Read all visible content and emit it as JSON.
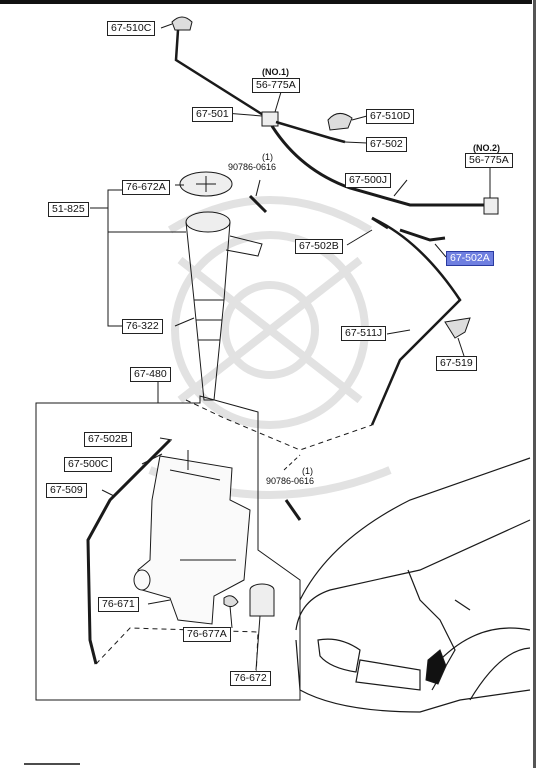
{
  "parts": {
    "p67510C": "67-510C",
    "p67501": "67-501",
    "p56775A_1": "56-775A",
    "p67510D": "67-510D",
    "p67502": "67-502",
    "p56775A_2": "56-775A",
    "p67500J": "67-500J",
    "p67502B_top": "67-502B",
    "p67502A": "67-502A",
    "p67511J": "67-511J",
    "p67519": "67-519",
    "p76672A": "76-672A",
    "p51825": "51-825",
    "p76322": "76-322",
    "p67480": "67-480",
    "p67502B_box": "67-502B",
    "p67500C": "67-500C",
    "p67509": "67-509",
    "p76671": "76-671",
    "p76677A": "76-677A",
    "p76672": "76-672"
  },
  "notes": {
    "no1": "(NO.1)",
    "no2": "(NO.2)",
    "qty1_a": "(1)",
    "bolt_a": "90786-0616",
    "qty1_b": "(1)",
    "bolt_b": "90786-0616"
  },
  "colors": {
    "line": "#1a1a1a",
    "highlight": "#6f7fe0",
    "watermark": "#e6e6e6"
  }
}
